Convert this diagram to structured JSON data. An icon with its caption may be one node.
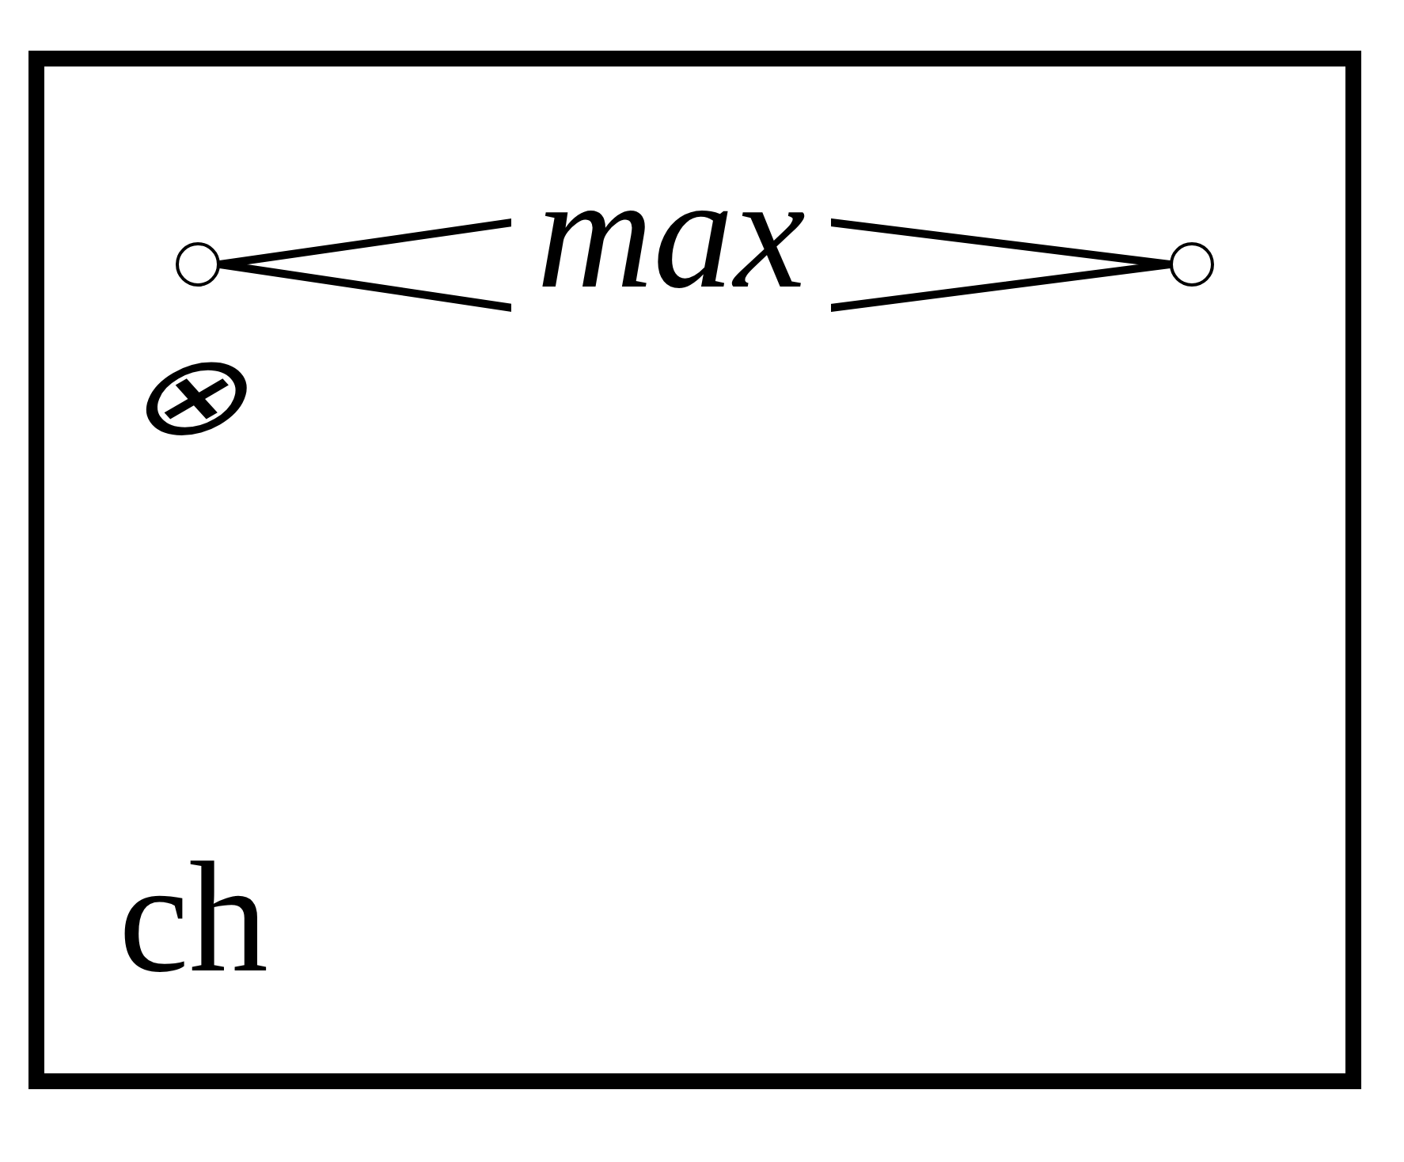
{
  "diagram": {
    "nodes": [
      {
        "text": [
          "ch"
        ]
      },
      {
        "text": [],
        "shape": "circle",
        "in": 0
      },
      {
        "text": [],
        "shape": "circle",
        "in": 0
      }
    ],
    "edges": [
      {
        "from": 1,
        "to": 2,
        "arrow": "none",
        "label": "max"
      }
    ],
    "labels": [
      "⊗"
    ]
  }
}
